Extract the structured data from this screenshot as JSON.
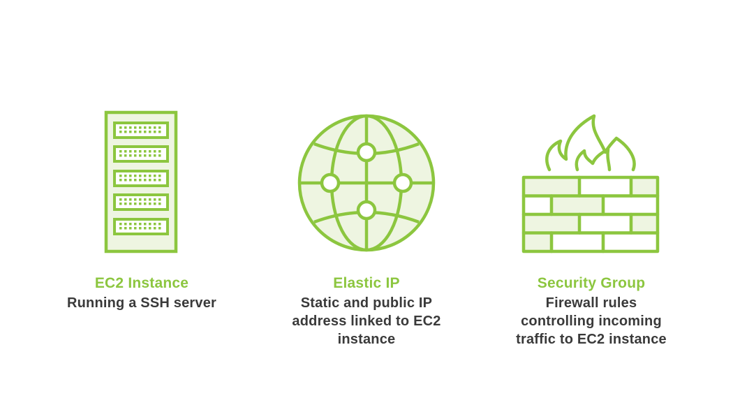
{
  "colors": {
    "accent": "#8cc63f",
    "accent_fill": "#eef5e1",
    "text": "#3a3a3a",
    "background": "#ffffff"
  },
  "cards": [
    {
      "icon": "server-rack-icon",
      "title": "EC2 Instance",
      "description": "Running a SSH server"
    },
    {
      "icon": "globe-network-icon",
      "title": "Elastic IP",
      "description": "Static and public IP\naddress linked to EC2\ninstance"
    },
    {
      "icon": "firewall-icon",
      "title": "Security Group",
      "description": "Firewall rules\ncontrolling incoming\ntraffic to EC2 instance"
    }
  ]
}
